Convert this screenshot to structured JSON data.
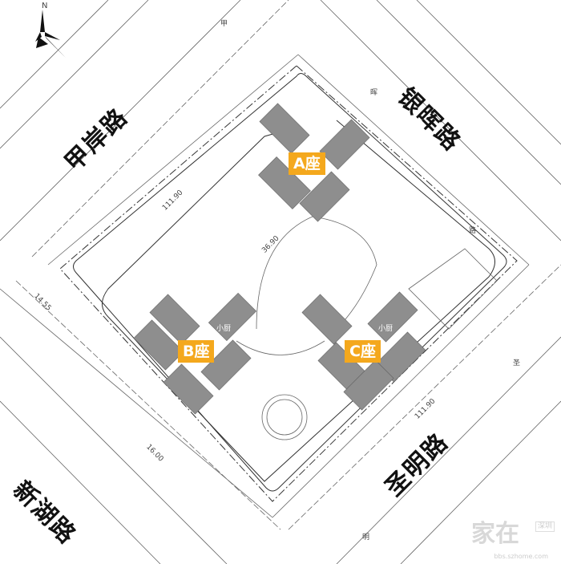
{
  "compass": {
    "north_label": "N"
  },
  "roads": {
    "jiaan": "甲岸路",
    "yinhui": "银晖路",
    "shengming": "圣明路",
    "xinhu": "新湖路"
  },
  "road_chars": {
    "jia": "甲",
    "hui": "晖",
    "lu": "路",
    "sheng": "圣",
    "ming": "明"
  },
  "towers": {
    "a": "A座",
    "b": "B座",
    "c": "C座"
  },
  "annotations": {
    "small_kitchen_b": "小厨",
    "small_kitchen_c": "小厨",
    "dim1": "111.90",
    "dim2": "36.90",
    "dim3": "14.55",
    "dim4": "16.00",
    "dim5": "111.90"
  },
  "watermark": {
    "main": "家在",
    "box": "深圳",
    "sub": "bbs.szhome.com"
  },
  "colors": {
    "tower_label": "#f4a81d",
    "building_block": "#8e8e8e",
    "line": "#555555"
  }
}
